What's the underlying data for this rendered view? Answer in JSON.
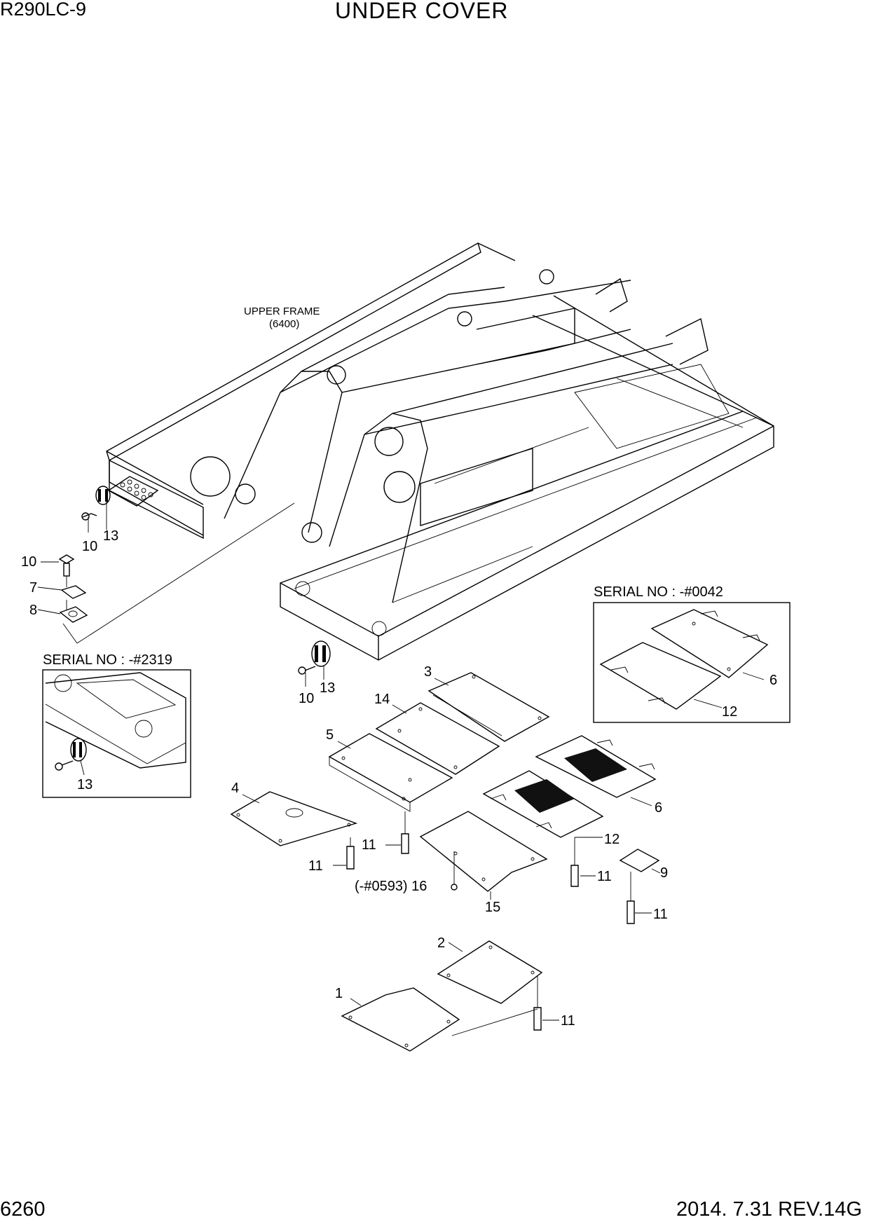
{
  "header": {
    "model": "R290LC-9",
    "title": "UNDER COVER"
  },
  "footer": {
    "page_number": "6260",
    "revision": "2014. 7.31  REV.14G"
  },
  "frame_label": {
    "name": "UPPER FRAME",
    "code": "(6400)"
  },
  "insets": {
    "left": {
      "label": "SERIAL NO : -#2319"
    },
    "right": {
      "label": "SERIAL NO : -#0042"
    }
  },
  "callouts": {
    "c1": "1",
    "c2": "2",
    "c3": "3",
    "c4": "4",
    "c5": "5",
    "c6a": "6",
    "c6b": "6",
    "c7": "7",
    "c8": "8",
    "c9": "9",
    "c10a": "10",
    "c10b": "10",
    "c10c": "10",
    "c11a": "11",
    "c11b": "11",
    "c11c": "11",
    "c11d": "11",
    "c11e": "11",
    "c12a": "12",
    "c12b": "12",
    "c13a": "13",
    "c13b": "13",
    "c13c": "13",
    "c14": "14",
    "c15": "15",
    "c16": "(-#0593) 16"
  }
}
